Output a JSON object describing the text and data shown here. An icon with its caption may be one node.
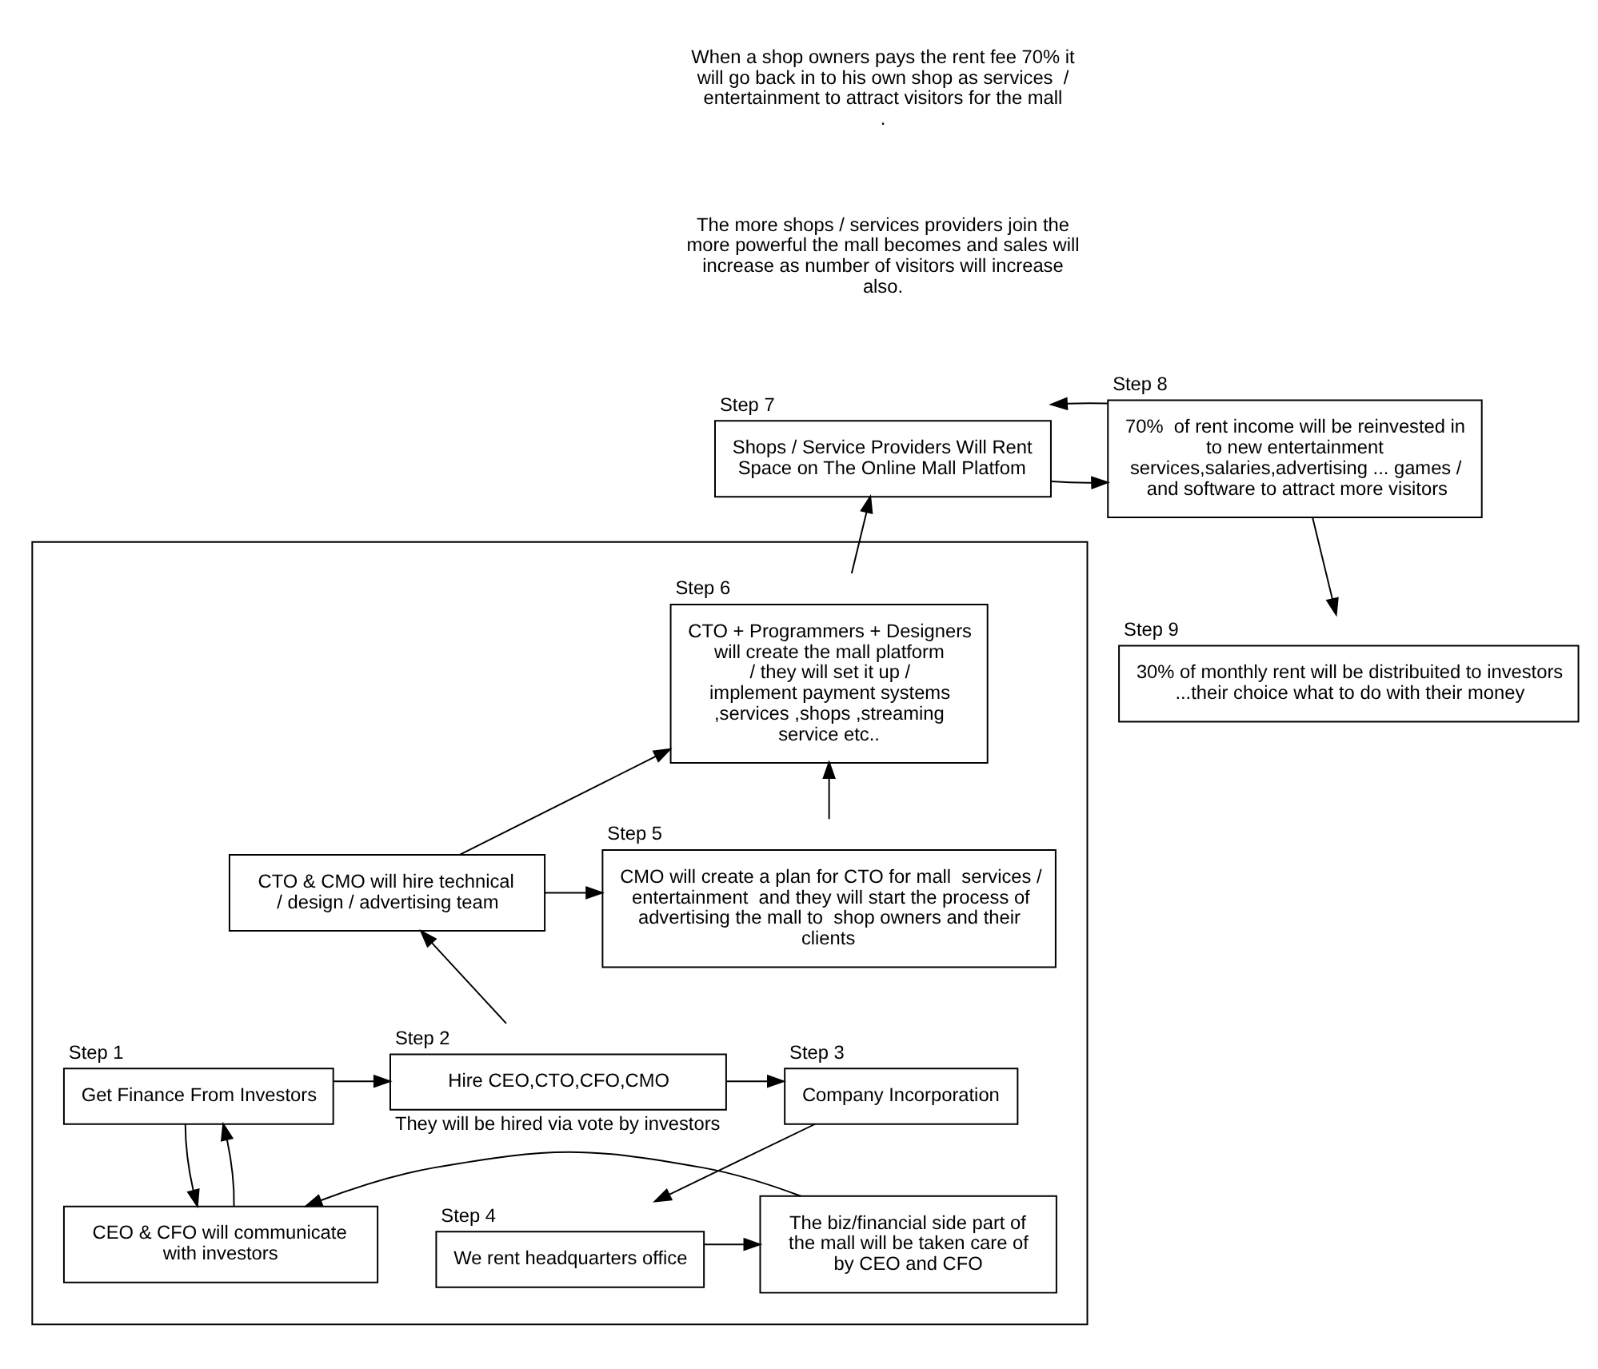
{
  "diagram": {
    "nodes": [
      {
        "text": [
          "Shops / Service Providers Will Rent Space on The Online Mall Platfom"
        ],
        "beside": [
          "Step 7"
        ]
      },
      {
        "text": [
          "70%  of rent income will be reinvested in to new entertainment services,salaries,advertising ... games / and software to attract more visitors"
        ],
        "beside": [
          "Step 8"
        ]
      },
      {
        "text": [
          "30% of monthly rent will be distribuited to investors ...their choice what to do with their money"
        ],
        "beside": [
          "Step 9"
        ]
      },
      {
        "text": [],
        "shape": "box"
      },
      {
        "text": [
          "CTO + Programmers + Designers will create the mall platform / they will set it up / implement payment systems ,services ,shops ,streaming service etc.."
        ],
        "in": 3,
        "beside": [
          "Step 6"
        ]
      },
      {
        "text": [
          "CTO & CMO will hire technical / design / advertising team"
        ],
        "in": 3
      },
      {
        "text": [
          "CMO will create a plan for CTO for mall  services / entertainment  and they will start the process of advertising the mall to  shop owners and their clients"
        ],
        "in": 3,
        "beside": [
          "Step 5"
        ]
      },
      {
        "text": [
          "Get Finance From Investors"
        ],
        "in": 3,
        "beside": [
          "Step 1"
        ]
      },
      {
        "text": [
          "Hire CEO,CTO,CFO,CMO"
        ],
        "in": 3,
        "beside": [
          "Step 2",
          "They will be hired via vote by investors"
        ]
      },
      {
        "text": [
          "Company Incorporation"
        ],
        "in": 3,
        "beside": [
          "Step 3"
        ]
      },
      {
        "text": [
          "CEO & CFO will communicate with investors"
        ],
        "in": 3
      },
      {
        "text": [
          "The biz/financial side part of the mall will be taken care of by CEO and CFO"
        ],
        "in": 3
      },
      {
        "text": [
          "We rent headquarters office"
        ],
        "in": 3,
        "beside": [
          "Step 4"
        ]
      }
    ],
    "edges": [
      {
        "from": 0,
        "to": 1,
        "arrow": "to"
      },
      {
        "from": 1,
        "to": 0,
        "arrow": "to"
      },
      {
        "from": 1,
        "to": 2,
        "arrow": "to"
      },
      {
        "from": 4,
        "to": 0,
        "arrow": "to"
      },
      {
        "from": 5,
        "to": 4,
        "arrow": "to"
      },
      {
        "from": 5,
        "to": 6,
        "arrow": "to"
      },
      {
        "from": 6,
        "to": 4,
        "arrow": "to"
      },
      {
        "from": 8,
        "to": 5,
        "arrow": "to"
      },
      {
        "from": 7,
        "to": 8,
        "arrow": "to"
      },
      {
        "from": 8,
        "to": 9,
        "arrow": "to"
      },
      {
        "from": 9,
        "to": 12,
        "arrow": "to"
      },
      {
        "from": 12,
        "to": 11,
        "arrow": "to"
      },
      {
        "from": 11,
        "to": 10,
        "arrow": "to"
      },
      {
        "from": 10,
        "to": 7,
        "arrow": "to"
      },
      {
        "from": 7,
        "to": 10,
        "arrow": "to"
      }
    ],
    "labels": [
      "When a shop owners pays the rent fee 70% it will go back in to his own shop as services  / entertainment to attract visitors for the mall .",
      "The more shops / services providers join the more powerful the mall becomes and sales will increase as number of visitors will increase also."
    ]
  }
}
